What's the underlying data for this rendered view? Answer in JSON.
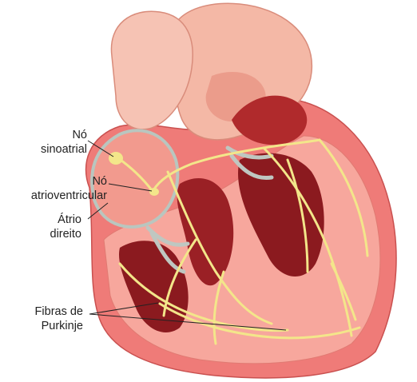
{
  "labels": {
    "sa_node": [
      "Nó",
      "sinoatrial"
    ],
    "av_node": [
      "Nó",
      "atrioventricular"
    ],
    "right_atrium": [
      "Átrio",
      "direito"
    ],
    "purkinje": [
      "Fibras de",
      "Purkinje"
    ]
  },
  "colors": {
    "myocardium": "#ef7b78",
    "cut_surface": "#f7a79d",
    "cavity": "#8b1a1f",
    "aorta": "#f4b8a6",
    "valve": "#bfc7c1",
    "conduction": "#f3e68a"
  }
}
